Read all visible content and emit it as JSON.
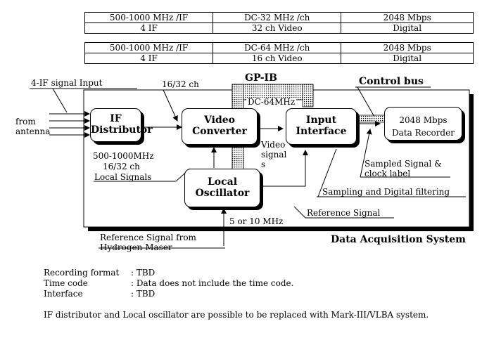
{
  "spec_table_1": [
    [
      "500-1000 MHz /IF",
      "DC-32 MHz /ch",
      "2048 Mbps"
    ],
    [
      "4 IF",
      "32 ch  Video",
      "Digital"
    ]
  ],
  "spec_table_2": [
    [
      "500-1000 MHz /IF",
      "DC-64 MHz /ch",
      "2048 Mbps"
    ],
    [
      "4 IF",
      "16 ch  Video",
      "Digital"
    ]
  ],
  "diagram": {
    "if_input_label": "4-IF signal Input",
    "channels_label": "16/32 ch",
    "gpib_label": "GP-IB",
    "control_bus_label": "Control bus",
    "dc64_label": "DC-64MHz",
    "from_antenna": [
      "from",
      "antenna"
    ],
    "if_distributor": [
      "IF",
      "Distributor"
    ],
    "video_converter": [
      "Video",
      "Converter"
    ],
    "input_interface": [
      "Input",
      "Interface"
    ],
    "data_recorder": [
      "2048 Mbps",
      "Data Recorder"
    ],
    "local_oscillator": [
      "Local",
      "Oscillator"
    ],
    "local_signals": [
      "500-1000MHz",
      "16/32 ch",
      "Local Signals"
    ],
    "video_signals": [
      "Video",
      "signal",
      "s"
    ],
    "sampled_signal": [
      "Sampled Signal &",
      "clock label"
    ],
    "sampling_label": "Sampling and Digital filtering",
    "reference_signal": "Reference Signal",
    "freq_label": "5 or 10 MHz",
    "maser_label": [
      "Reference Signal from",
      "Hydrogen Maser"
    ],
    "system_label": "Data Acquisition System"
  },
  "notes": {
    "recording_format_key": "Recording format",
    "recording_format_val": ": TBD",
    "time_code_key": "Time code",
    "time_code_val": ": Data does not include the time code.",
    "interface_key": "Interface",
    "interface_val": ": TBD",
    "footnote": "IF distributor and Local oscillator are possible to be replaced with Mark-III/VLBA system."
  }
}
